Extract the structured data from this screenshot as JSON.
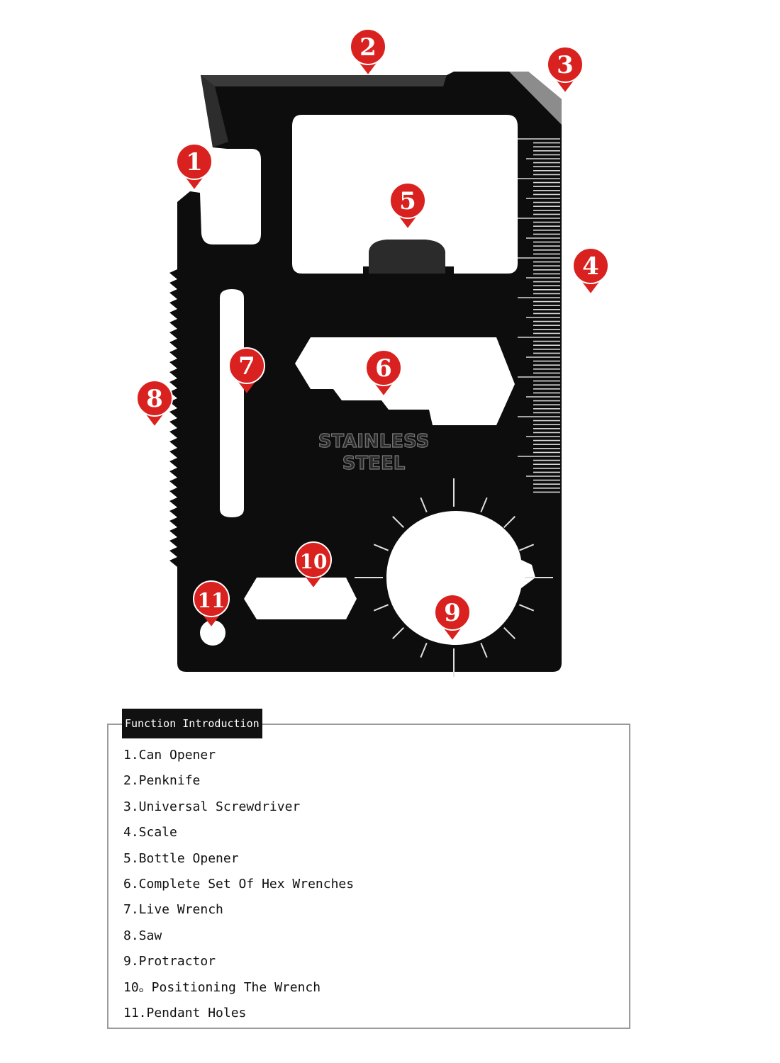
{
  "card": {
    "engraving": [
      "STAINLESS",
      "STEEL"
    ],
    "body_color": "#0d0d0d",
    "marker_color": "#d9221f"
  },
  "markers": [
    {
      "number": "1",
      "name": "can-opener"
    },
    {
      "number": "2",
      "name": "penknife"
    },
    {
      "number": "3",
      "name": "universal-screwdriver"
    },
    {
      "number": "4",
      "name": "scale"
    },
    {
      "number": "5",
      "name": "bottle-opener"
    },
    {
      "number": "6",
      "name": "hex-wrenches"
    },
    {
      "number": "7",
      "name": "live-wrench"
    },
    {
      "number": "8",
      "name": "saw"
    },
    {
      "number": "9",
      "name": "protractor"
    },
    {
      "number": "10",
      "name": "positioning-wrench"
    },
    {
      "number": "11",
      "name": "pendant-holes"
    }
  ],
  "legend": {
    "title": "Function Introduction",
    "items": [
      "1.Can Opener",
      "2.Penknife",
      "3.Universal Screwdriver",
      "4.Scale",
      "5.Bottle Opener",
      "6.Complete Set Of Hex Wrenches",
      "7.Live Wrench",
      "8.Saw",
      "9.Protractor",
      "10。Positioning The Wrench",
      "11.Pendant Holes"
    ]
  }
}
